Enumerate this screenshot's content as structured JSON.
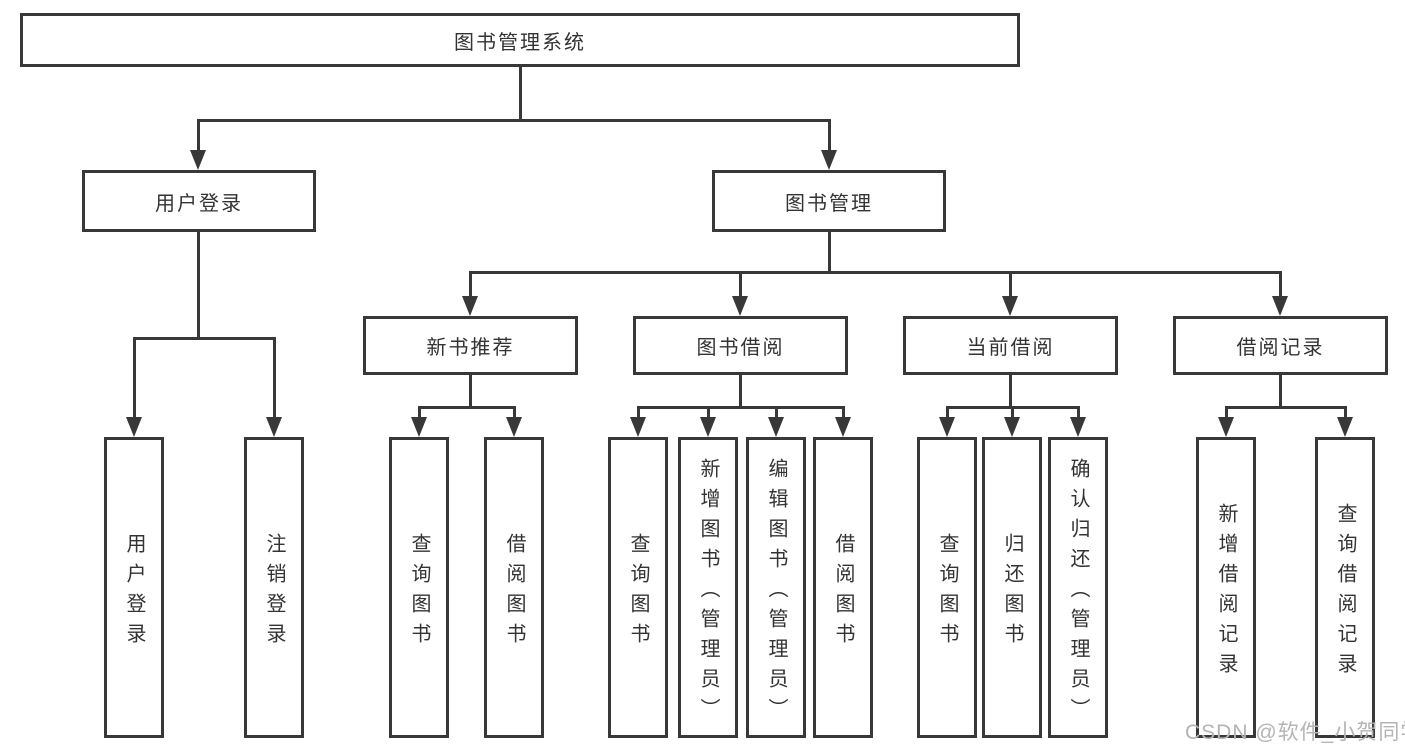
{
  "tree": {
    "root": {
      "label": "图书管理系统"
    },
    "user_login": {
      "label": "用户登录",
      "children": [
        {
          "label": "用户登录"
        },
        {
          "label": "注销登录"
        }
      ]
    },
    "book_mgmt": {
      "label": "图书管理",
      "sections": [
        {
          "label": "新书推荐",
          "children": [
            {
              "label": "查询图书"
            },
            {
              "label": "借阅图书"
            }
          ]
        },
        {
          "label": "图书借阅",
          "children": [
            {
              "label": "查询图书"
            },
            {
              "label": "新增图书（管理员）"
            },
            {
              "label": "编辑图书（管理员）"
            },
            {
              "label": "借阅图书"
            }
          ]
        },
        {
          "label": "当前借阅",
          "children": [
            {
              "label": "查询图书"
            },
            {
              "label": "归还图书"
            },
            {
              "label": "确认归还（管理员）"
            }
          ]
        },
        {
          "label": "借阅记录",
          "children": [
            {
              "label": "新增借阅记录"
            },
            {
              "label": "查询借阅记录"
            }
          ]
        }
      ]
    }
  },
  "watermark": "CSDN @软件_小贺同学",
  "colors": {
    "line": "#383838",
    "text": "#333333",
    "watermark": "#b4b4b4",
    "background": "#ffffff"
  }
}
